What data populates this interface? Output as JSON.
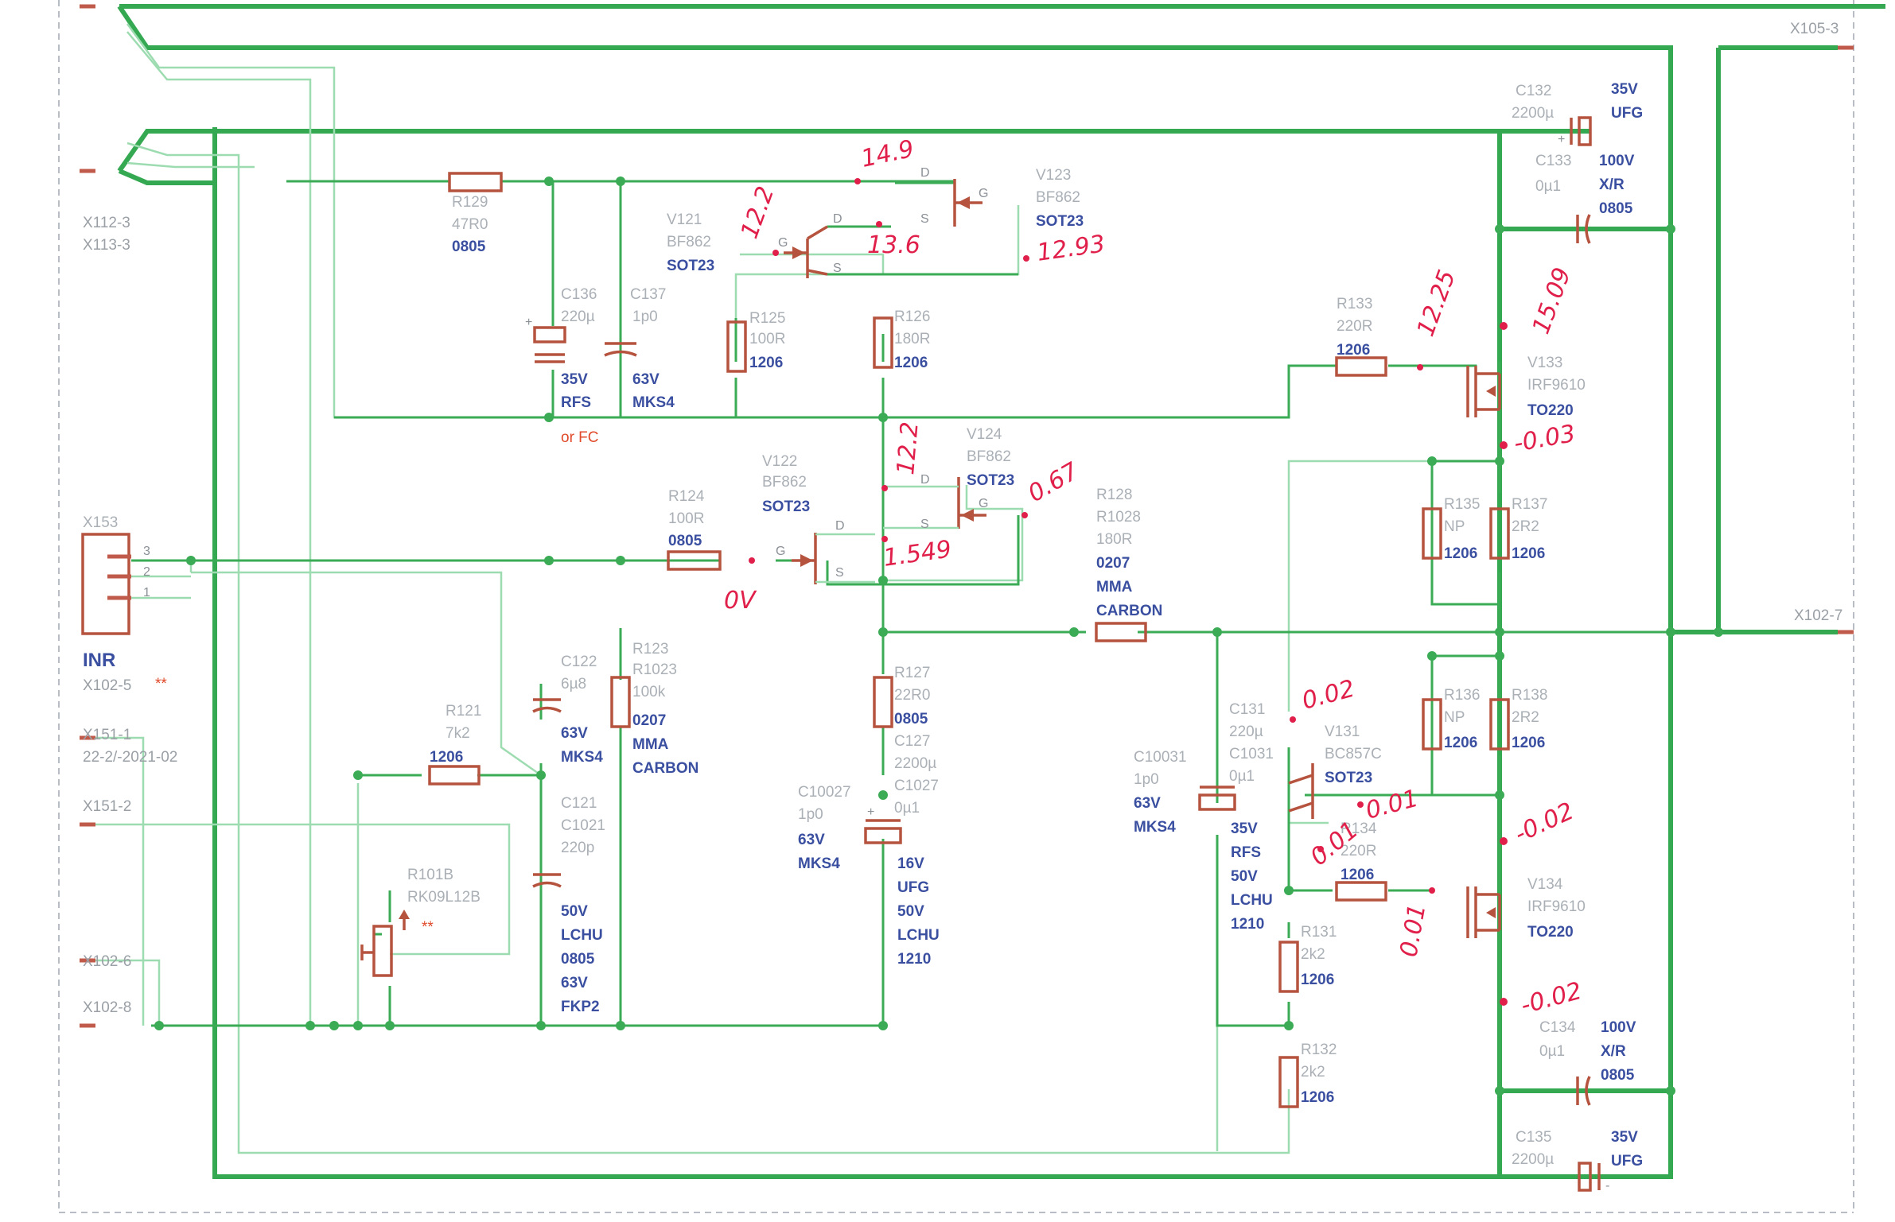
{
  "connector": {
    "ref": "X153",
    "title": "INR",
    "pins": [
      "3",
      "2",
      "1"
    ]
  },
  "nets": {
    "x105_3": "X105-3",
    "x112_3": "X112-3",
    "x113_3": "X113-3",
    "x102_7": "X102-7",
    "x102_5": "X102-5",
    "x151_1": "X151-1",
    "x151_2": "X151-2",
    "x102_6": "X102-6",
    "x102_8": "X102-8",
    "date": "22-2/-2021-02"
  },
  "components": {
    "r129": {
      "ref": "R129",
      "val": "47R0",
      "spec": "0805"
    },
    "c136": {
      "ref": "C136",
      "val": "220µ",
      "spec1": "35V",
      "spec2": "RFS",
      "note": "or FC"
    },
    "c137": {
      "ref": "C137",
      "val": "1p0",
      "spec1": "63V",
      "spec2": "MKS4"
    },
    "v121": {
      "ref": "V121",
      "val": "BF862",
      "spec": "SOT23"
    },
    "v123": {
      "ref": "V123",
      "val": "BF862",
      "spec": "SOT23"
    },
    "r125": {
      "ref": "R125",
      "val": "100R",
      "spec": "1206"
    },
    "r126": {
      "ref": "R126",
      "val": "180R",
      "spec": "1206"
    },
    "v122": {
      "ref": "V122",
      "val": "BF862",
      "spec": "SOT23"
    },
    "v124": {
      "ref": "V124",
      "val": "BF862",
      "spec": "SOT23"
    },
    "r124": {
      "ref": "R124",
      "val": "100R",
      "spec": "0805"
    },
    "r128": {
      "ref": "R128",
      "ref2": "R1028",
      "val": "180R",
      "spec1": "0207",
      "spec2": "MMA",
      "spec3": "CARBON"
    },
    "c122": {
      "ref": "C122",
      "val": "6µ8",
      "spec1": "63V",
      "spec2": "MKS4"
    },
    "r123": {
      "ref": "R123",
      "ref2": "R1023",
      "val": "100k",
      "spec1": "0207",
      "spec2": "MMA",
      "spec3": "CARBON"
    },
    "r121": {
      "ref": "R121",
      "val": "7k2",
      "spec": "1206"
    },
    "c121": {
      "ref": "C121",
      "ref2": "C1021",
      "val": "220p",
      "spec1": "50V",
      "spec2": "LCHU",
      "spec3": "0805",
      "spec4": "63V",
      "spec5": "FKP2"
    },
    "r101b": {
      "ref": "R101B",
      "val": "RK09L12B",
      "note": "**"
    },
    "r127": {
      "ref": "R127",
      "val": "22R0",
      "spec": "0805"
    },
    "c127": {
      "ref": "C127",
      "val": "2200µ",
      "ref2": "C1027",
      "val2": "0µ1",
      "spec1": "16V",
      "spec2": "UFG",
      "spec3": "50V",
      "spec4": "LCHU",
      "spec5": "1210"
    },
    "c10027": {
      "ref": "C10027",
      "val": "1p0",
      "spec1": "63V",
      "spec2": "MKS4"
    },
    "c131": {
      "ref": "C131",
      "val": "220µ",
      "ref2": "C1031",
      "val2": "0µ1",
      "spec1": "35V",
      "spec2": "RFS",
      "spec3": "50V",
      "spec4": "LCHU",
      "spec5": "1210"
    },
    "c10031": {
      "ref": "C10031",
      "val": "1p0",
      "spec1": "63V",
      "spec2": "MKS4"
    },
    "v131": {
      "ref": "V131",
      "val": "BC857C",
      "spec": "SOT23"
    },
    "r133": {
      "ref": "R133",
      "val": "220R",
      "spec": "1206"
    },
    "r134": {
      "ref": "R134",
      "val": "220R",
      "spec": "1206"
    },
    "r131": {
      "ref": "R131",
      "val": "2k2",
      "spec": "1206"
    },
    "r132": {
      "ref": "R132",
      "val": "2k2",
      "spec": "1206"
    },
    "v133": {
      "ref": "V133",
      "val": "IRF9610",
      "spec": "TO220"
    },
    "v134": {
      "ref": "V134",
      "val": "IRF9610",
      "spec": "TO220"
    },
    "r135": {
      "ref": "R135",
      "val": "NP",
      "spec": "1206"
    },
    "r137": {
      "ref": "R137",
      "val": "2R2",
      "spec": "1206"
    },
    "r136": {
      "ref": "R136",
      "val": "NP",
      "spec": "1206"
    },
    "r138": {
      "ref": "R138",
      "val": "2R2",
      "spec": "1206"
    },
    "c132": {
      "ref": "C132",
      "val": "2200µ",
      "spec1": "35V",
      "spec2": "UFG"
    },
    "c133": {
      "ref": "C133",
      "val": "0µ1",
      "spec1": "100V",
      "spec2": "X/R",
      "spec3": "0805"
    },
    "c134": {
      "ref": "C134",
      "val": "0µ1",
      "spec1": "100V",
      "spec2": "X/R",
      "spec3": "0805"
    },
    "c135": {
      "ref": "C135",
      "val": "2200µ",
      "spec1": "35V",
      "spec2": "UFG"
    }
  },
  "pin_letters": {
    "d": "D",
    "s": "S",
    "g": "G"
  },
  "measurements": {
    "m1": "14.9",
    "m2": "12.2",
    "m3": "13.6",
    "m4": "12.93",
    "m5": "12.2",
    "m6": "0.67",
    "m7": "1.549",
    "m8": "0V",
    "m9": "12.25",
    "m10": "15.09",
    "m11": "-0.03",
    "m12": "0.02",
    "m13": "0.01",
    "m14": "0.01",
    "m15": "0.01",
    "m16": "-0.02",
    "m17": "-0.02"
  },
  "colors": {
    "wire": "#3bab55",
    "trace": "#9ddcb0",
    "component": "#b5533e",
    "spec": "#3a4fa0",
    "annotation": "#e0204a",
    "note": "#e04a2a"
  }
}
